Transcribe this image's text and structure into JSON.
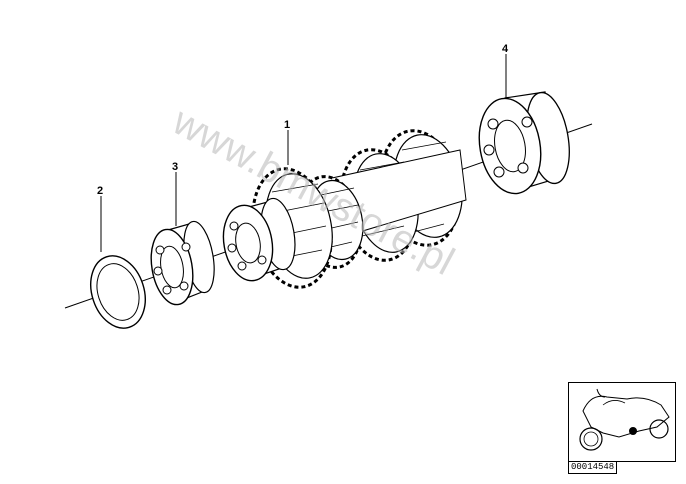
{
  "diagram": {
    "callouts": [
      {
        "label": "1",
        "part": "gear cluster shaft"
      },
      {
        "label": "2",
        "part": "shim ring"
      },
      {
        "label": "3",
        "part": "ball bearing"
      },
      {
        "label": "4",
        "part": "ball bearing"
      }
    ],
    "watermark": "www.bmwstore.pl",
    "part_number": "00014548",
    "thumbnail": {
      "icon": "motorcycle-icon",
      "highlight_color": "#000000"
    }
  }
}
